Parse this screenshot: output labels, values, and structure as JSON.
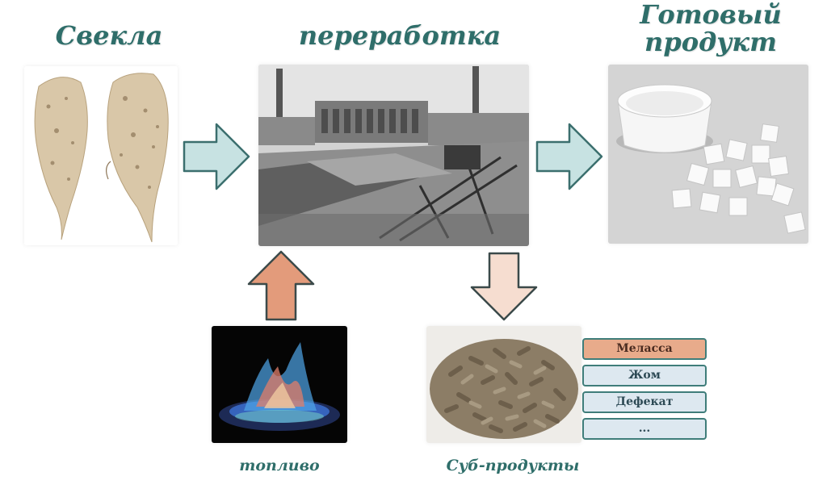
{
  "headings": {
    "beet": "Свекла",
    "processing": "переработка",
    "product_line1": "Готовый",
    "product_line2": "продукт"
  },
  "captions": {
    "fuel": "топливо",
    "byproducts": "Суб-продукты"
  },
  "byproducts": [
    {
      "label": "Меласса",
      "highlight": true
    },
    {
      "label": "Жом",
      "highlight": false
    },
    {
      "label": "Дефекат",
      "highlight": false
    },
    {
      "label": "...",
      "highlight": false
    }
  ],
  "colors": {
    "heading_text": "#2f6e6a",
    "arrow_teal_fill": "#c7e2e2",
    "arrow_teal_stroke": "#3b6f6e",
    "arrow_salmon_fill": "#e39b7b",
    "arrow_peach_fill": "#f6ddd0",
    "list_item_fill": "#dde8f0",
    "list_item_highlight": "#e8ab8b",
    "list_item_border": "#3f7d7a"
  },
  "icons": {
    "beet_photo": "sugar-beet-image",
    "factory_photo": "sugar-factory-image",
    "product_photo": "sugar-bowl-cubes-image",
    "fuel_photo": "gas-flame-image",
    "byproduct_photo": "feed-pellets-image"
  }
}
